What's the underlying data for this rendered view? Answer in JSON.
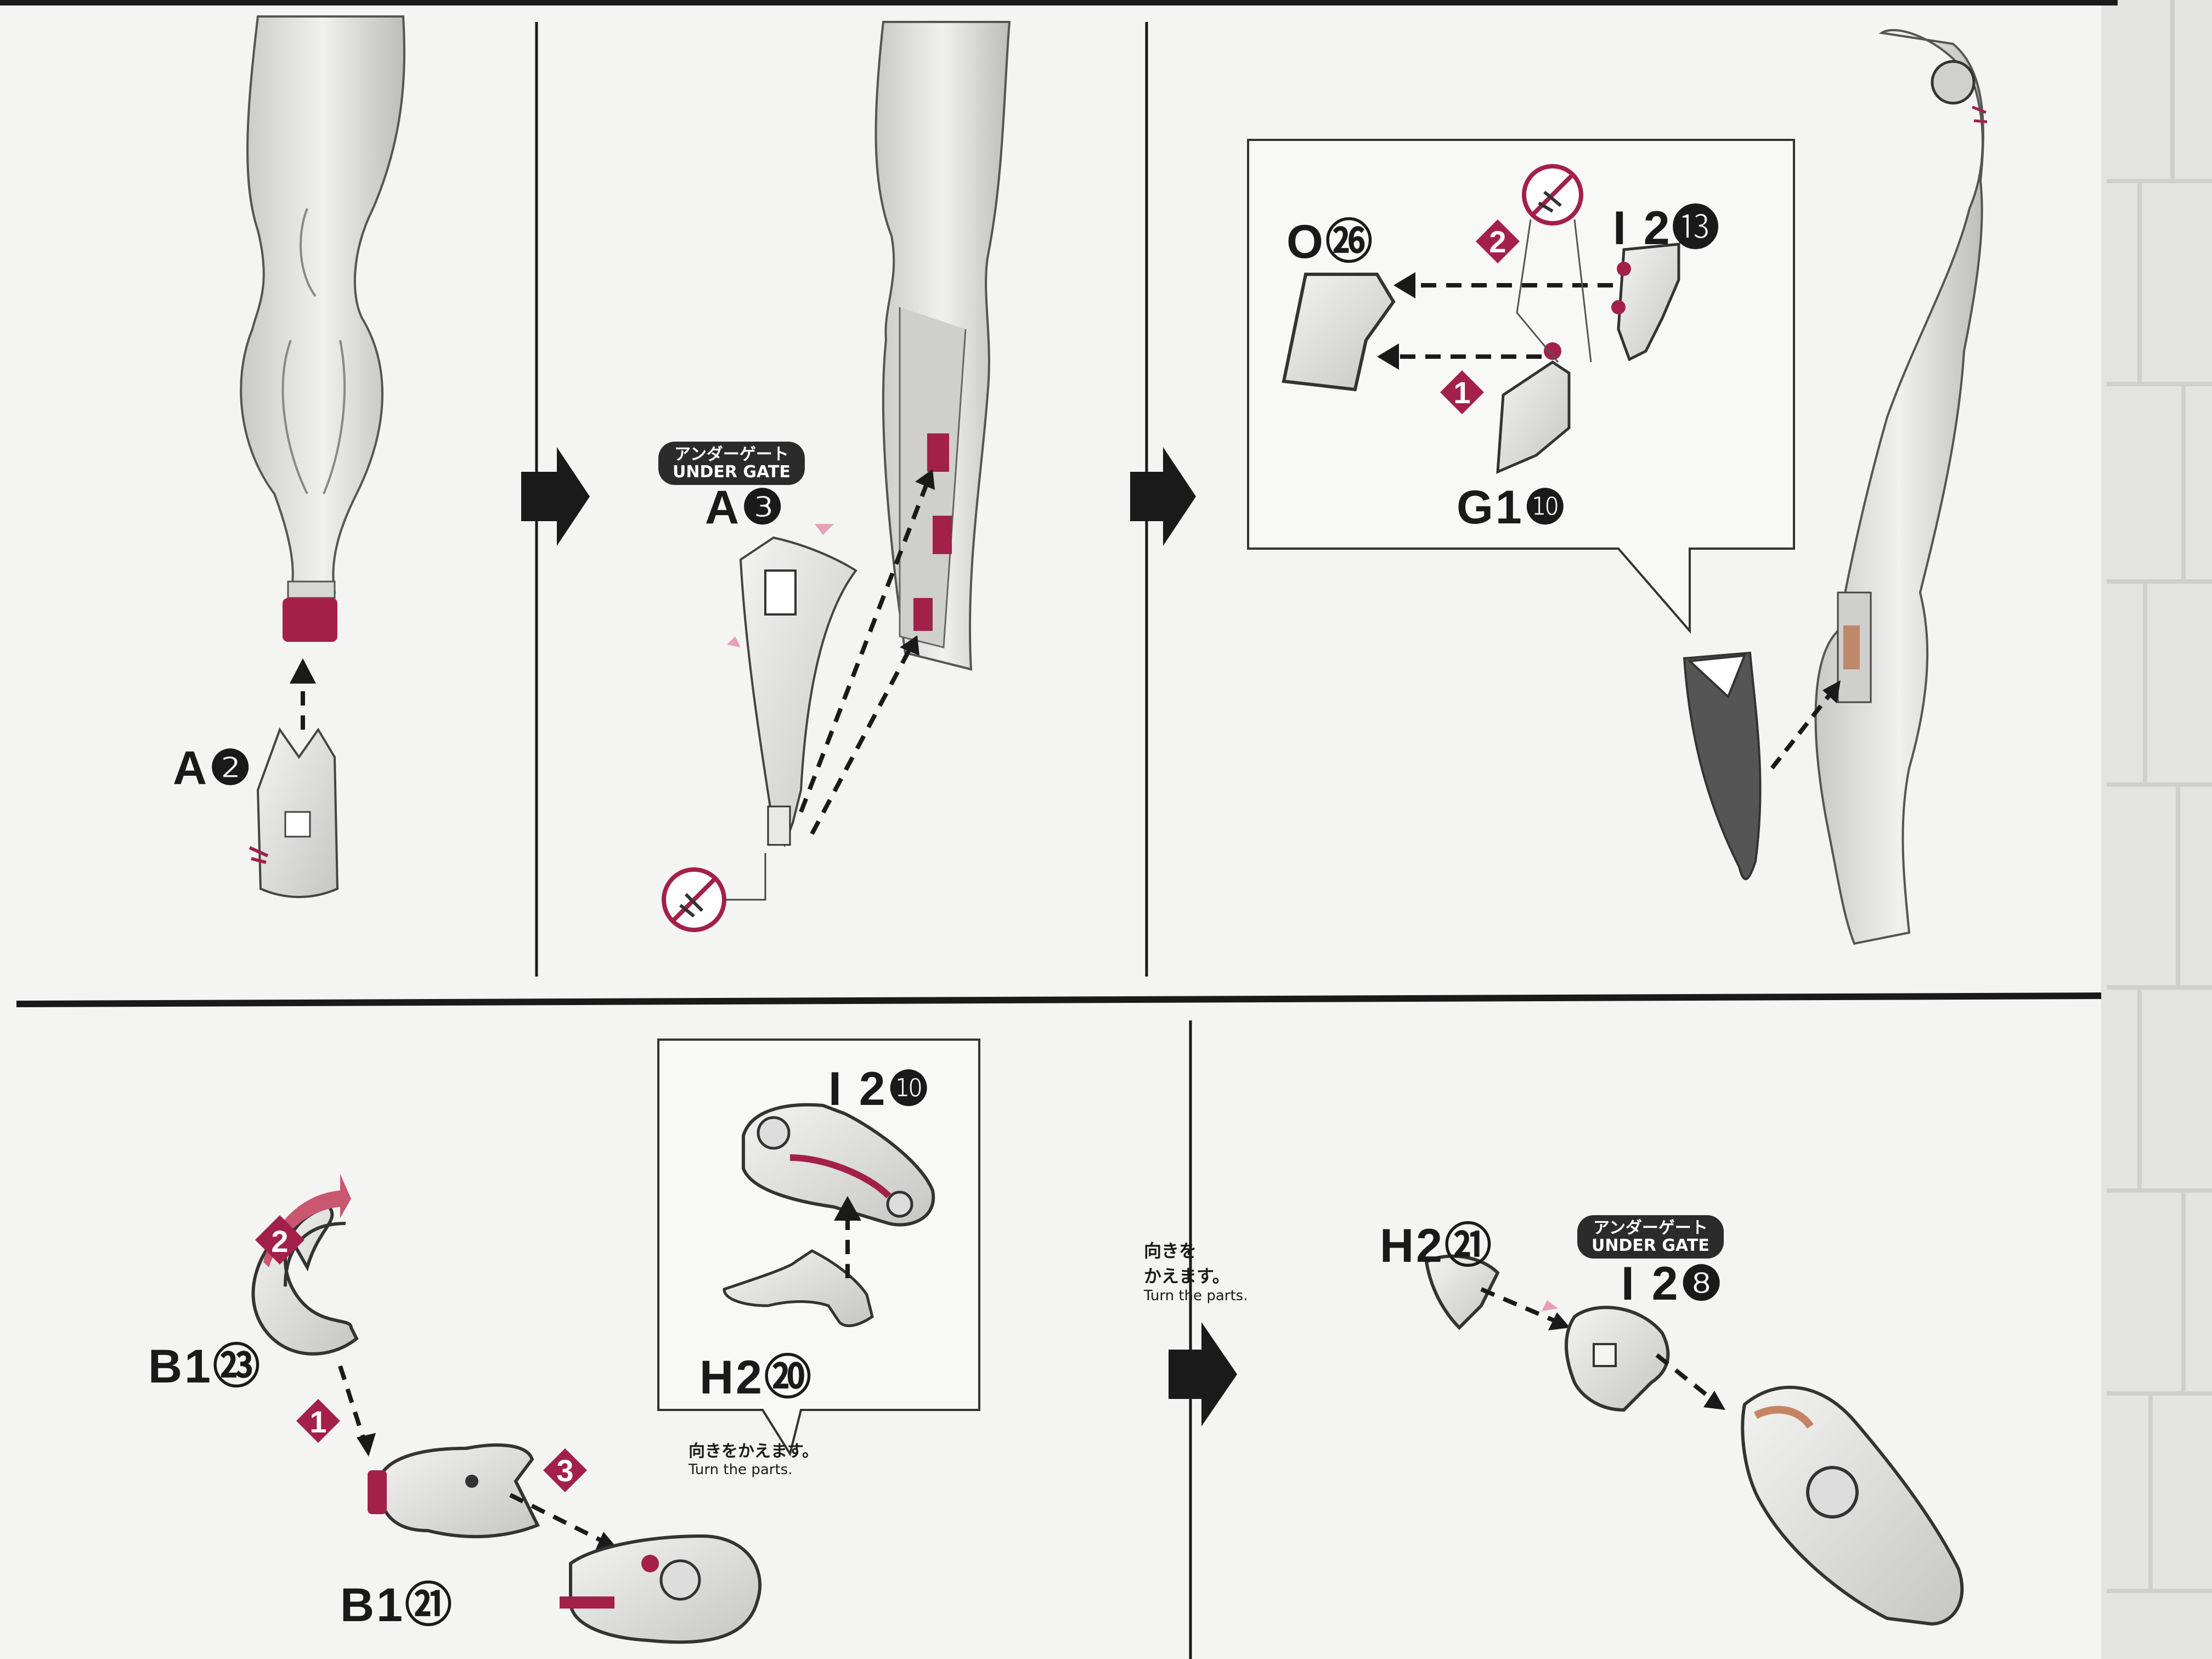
{
  "colors": {
    "accent": "#a3204b",
    "ink": "#1a1a1a",
    "part": "#e2e2e0",
    "paper": "#f4f4f2",
    "tile": "#e3e3e1"
  },
  "step1": {
    "part_a2": "A❷"
  },
  "step2": {
    "under_gate_jp": "アンダーゲート",
    "under_gate_en": "UNDER GATE",
    "part_a3": "A❸"
  },
  "step3": {
    "part_o26": "O㉖",
    "part_i2_13": "I 2⓭",
    "part_g1_10": "G1❿",
    "order_1": "1",
    "order_2": "2"
  },
  "step4": {
    "part_b1_23": "B1㉓",
    "part_b1_21": "B1㉑",
    "part_i2_10": "I 2❿",
    "part_h2_20": "H2⑳",
    "order_1": "1",
    "order_2": "2",
    "order_3": "3",
    "turn_jp": "向きをかえます。",
    "turn_en": "Turn the parts."
  },
  "step5": {
    "turn_jp_line1": "向きを",
    "turn_jp_line2": "かえます。",
    "turn_en": "Turn the parts.",
    "part_h2_21": "H2㉑",
    "under_gate_jp": "アンダーゲート",
    "under_gate_en": "UNDER GATE",
    "part_i2_8": "I 2❽"
  }
}
